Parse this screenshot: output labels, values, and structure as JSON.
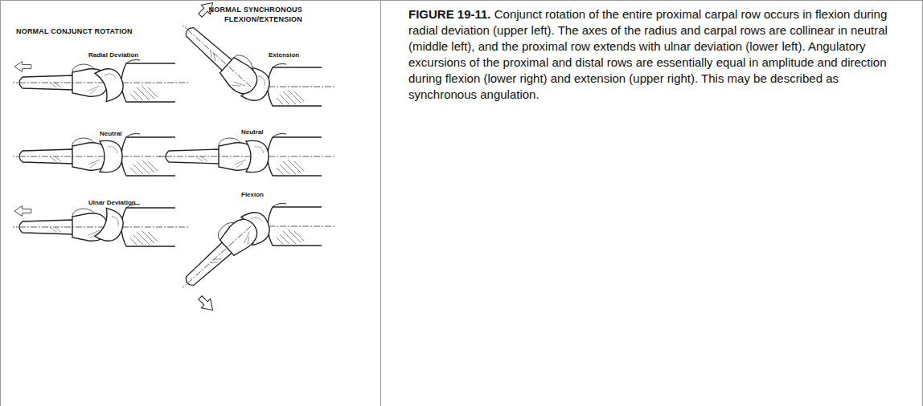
{
  "diagram": {
    "title": "FIGURE 19-11.",
    "caption": "Conjunct rotation of the entire proximal carpal row occurs in flexion during radial deviation (upper left). The axes of the radius and carpal rows are collinear in neutral (middle left), and the proximal row extends with ulnar deviation (lower left). Angulatory excursions of the proximal and distal rows are essentially equal in amplitude and direction during flexion (lower right) and extension (upper right). This may be described as synchronous angulation.",
    "labels": [
      "NORMAL CONJUNCT ROTATION",
      "Radial Deviation",
      "Neutral",
      "Ulnar Deviation",
      "NORMAL SYNCHRONOUS FLEXION/EXTENSION",
      "Extension",
      "Neutral",
      "Flexion"
    ]
  }
}
